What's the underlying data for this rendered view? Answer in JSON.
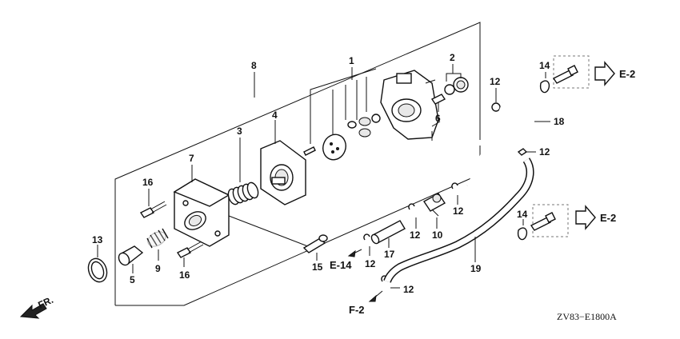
{
  "part_numbers": {
    "p1": "1",
    "p2": "2",
    "p3": "3",
    "p4": "4",
    "p5": "5",
    "p6": "6",
    "p7": "7",
    "p8": "8",
    "p9": "9",
    "p10": "10",
    "p13": "13",
    "p14": "14",
    "p15": "15",
    "p16": "16",
    "p17": "17",
    "p18": "18",
    "p19": "19",
    "p12": "12"
  },
  "references": {
    "e2": "E-2",
    "e14": "E-14",
    "f2": "F-2"
  },
  "front_marker": "FR.",
  "diagram_code": "ZV83−E1800A"
}
